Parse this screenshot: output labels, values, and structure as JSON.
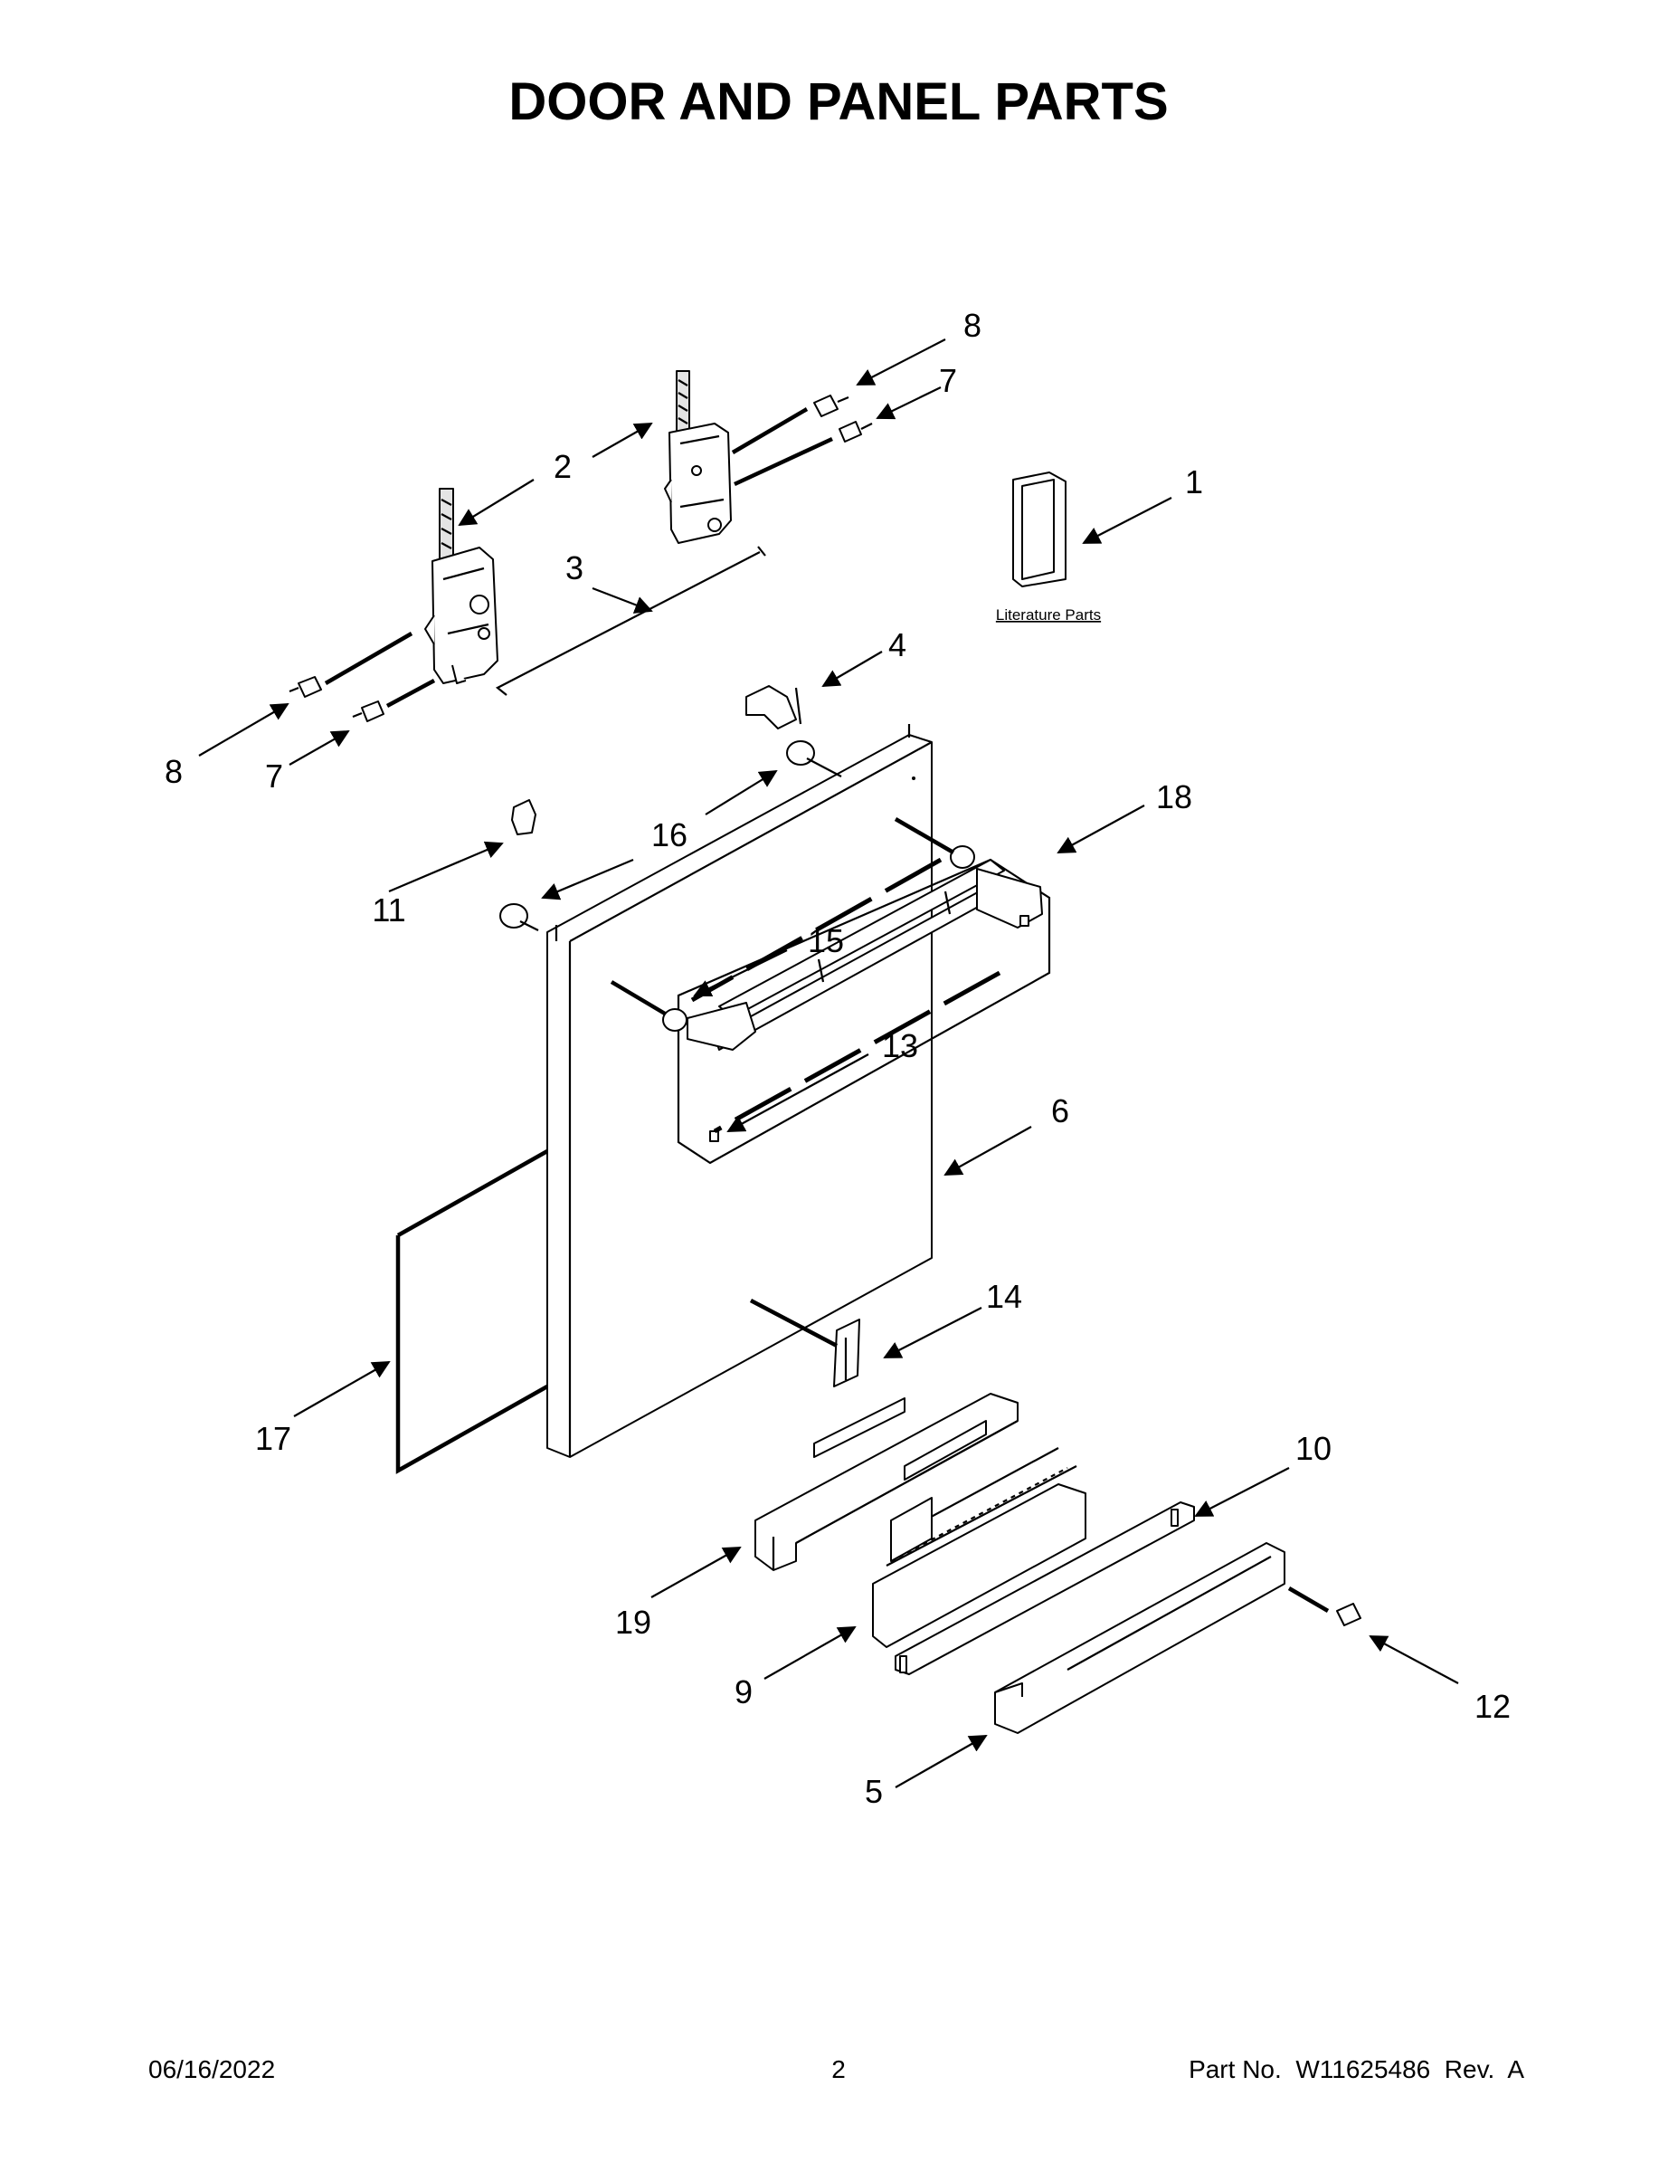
{
  "title": "DOOR AND PANEL PARTS",
  "literature_label": "Literature Parts",
  "callouts": {
    "c1": "1",
    "c2": "2",
    "c3": "3",
    "c4": "4",
    "c5": "5",
    "c6": "6",
    "c7a": "7",
    "c7b": "7",
    "c8a": "8",
    "c8b": "8",
    "c9": "9",
    "c10": "10",
    "c11": "11",
    "c12": "12",
    "c13": "13",
    "c14": "14",
    "c15": "15",
    "c16": "16",
    "c17": "17",
    "c18": "18",
    "c19": "19"
  },
  "footer": {
    "date": "06/16/2022",
    "page": "2",
    "part_no": "Part No.  W11625486  Rev.  A"
  }
}
